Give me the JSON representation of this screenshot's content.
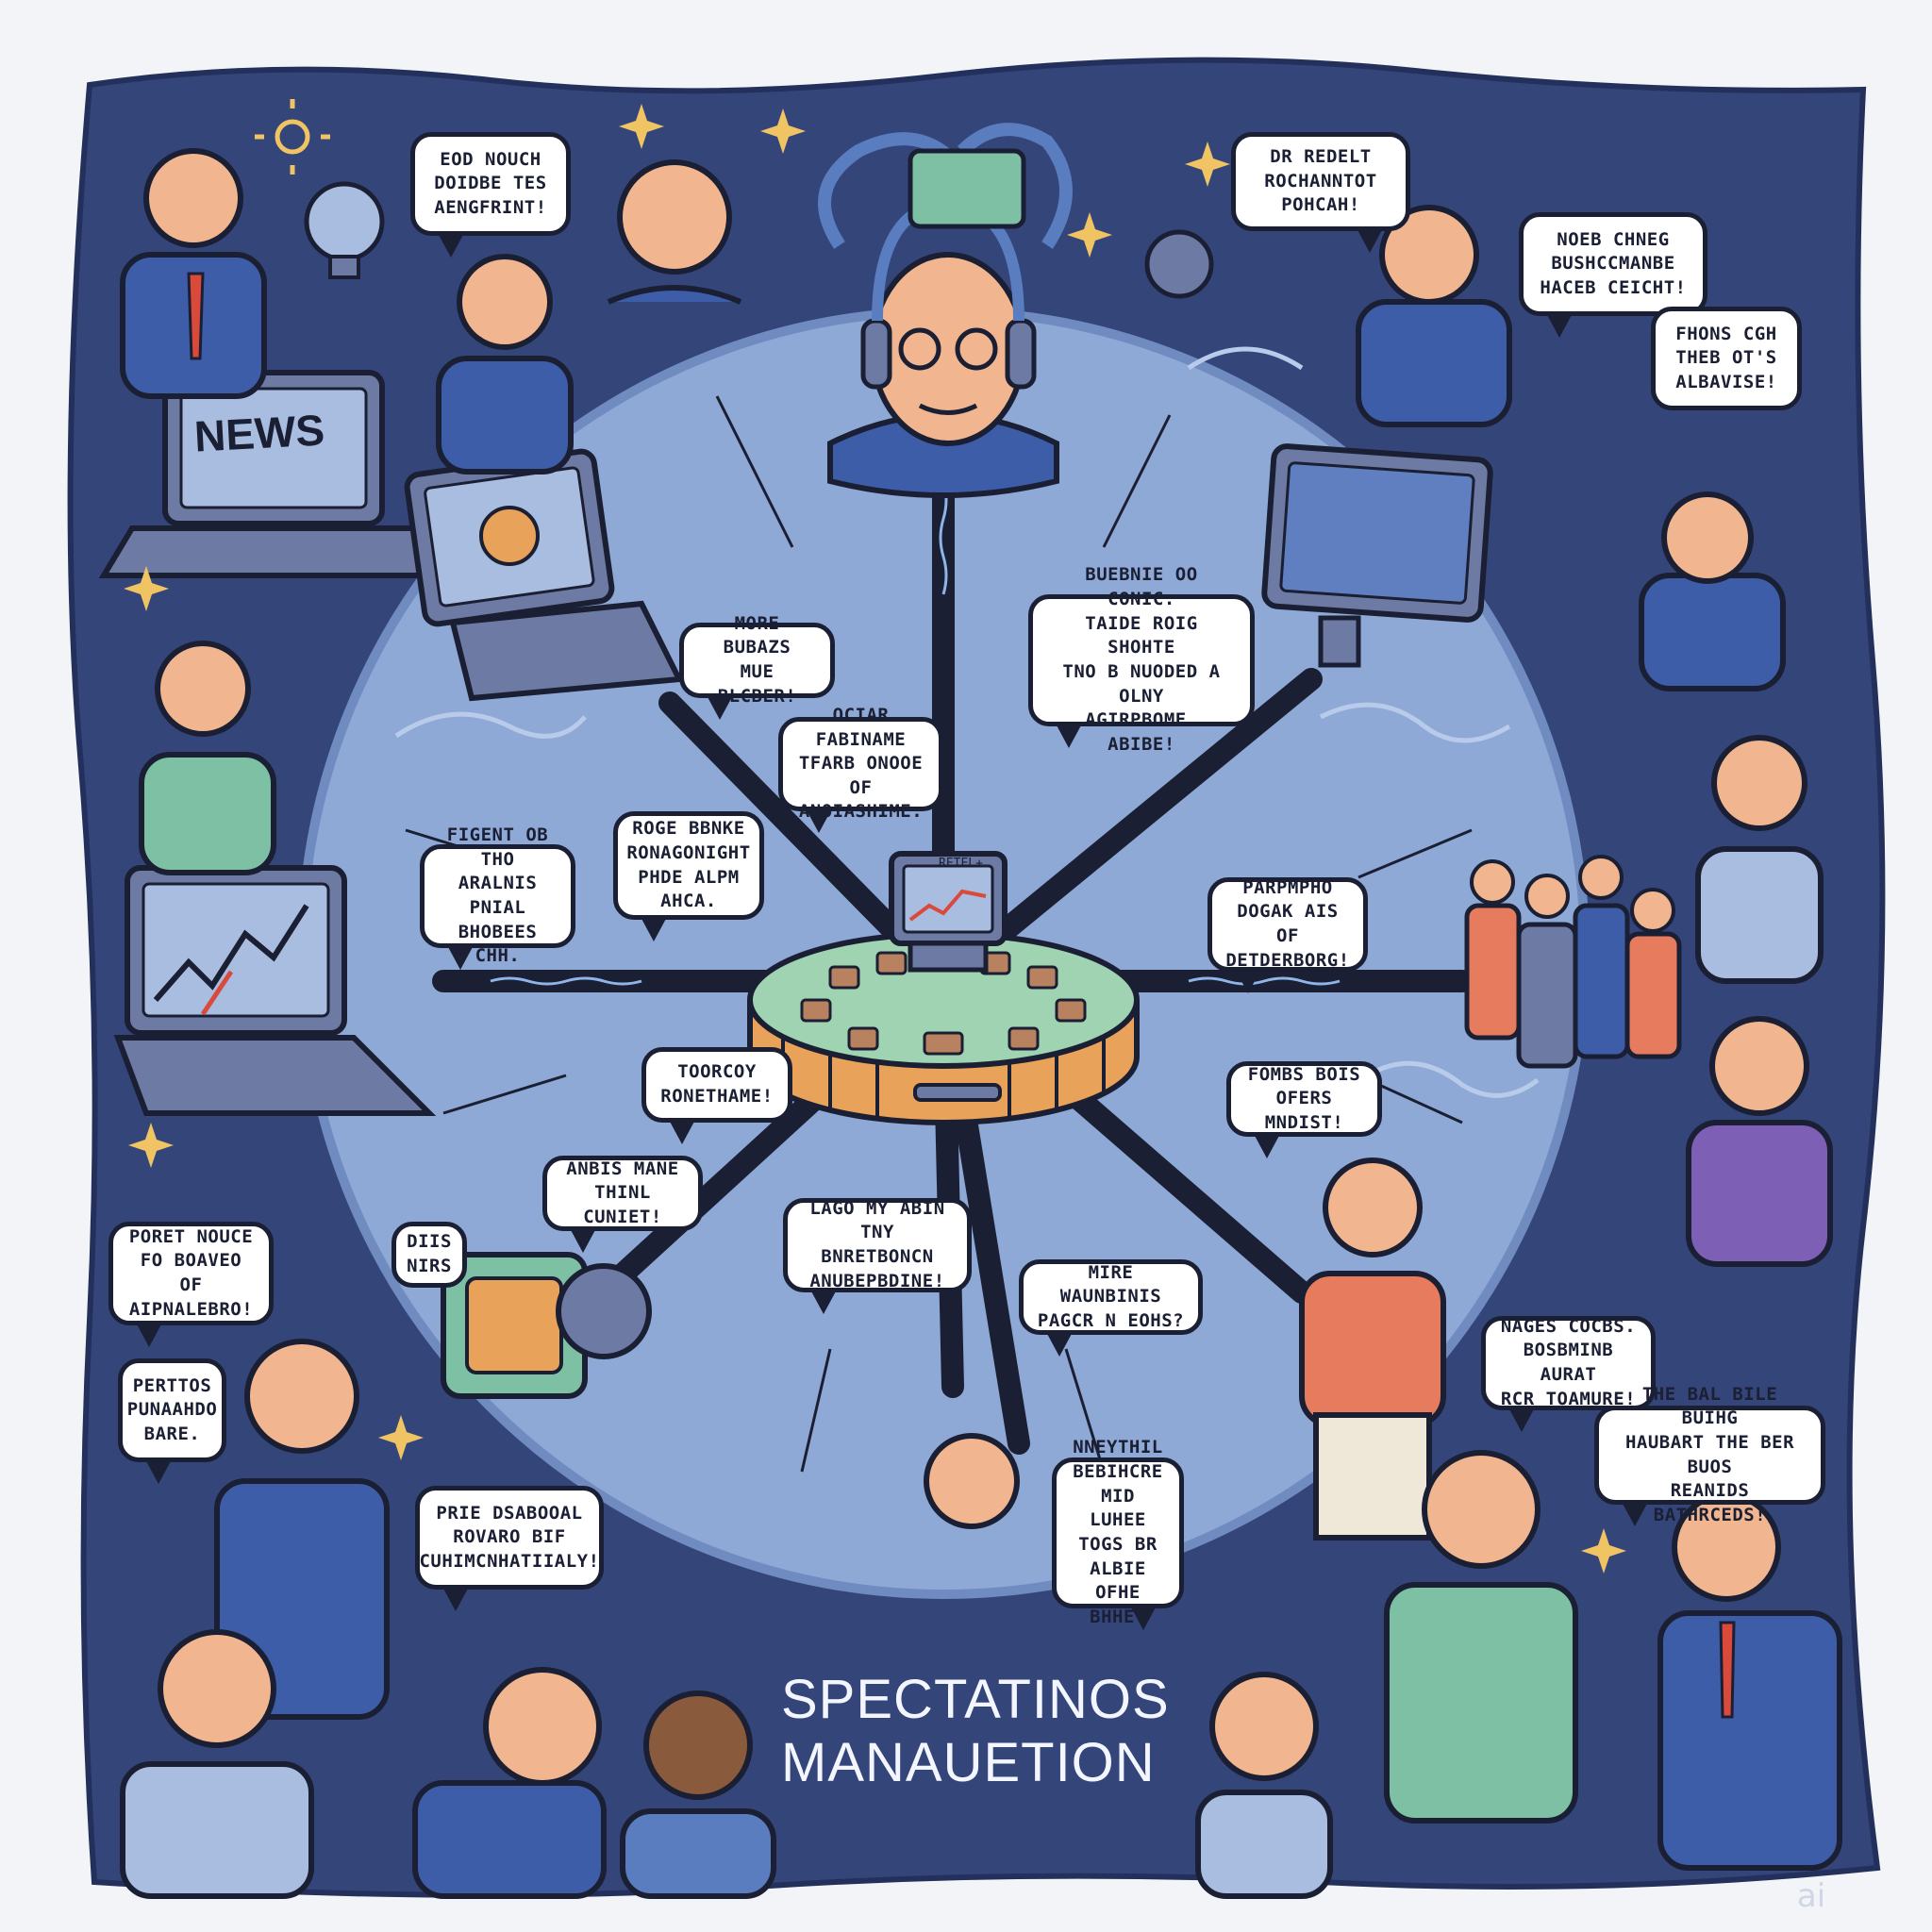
{
  "title": {
    "line1": "SPECTATINOS",
    "line2": "MANAUETION"
  },
  "laptop_screen_label": "NEWS",
  "monitor_screen_label": "RETEL+",
  "watermark": "ai",
  "speech_bubbles": [
    {
      "id": "top-left-1",
      "text": "EOD NOUCH\nDOIDBE TES\nAENGFRINT!"
    },
    {
      "id": "top-right-1",
      "text": "DR REDELT\nROCHANNTOT\nPOHCAH!"
    },
    {
      "id": "top-right-2",
      "text": "NOEB CHNEG\nBUSHCCMANBE\nHACEB CEICHT!"
    },
    {
      "id": "right-3",
      "text": "FHONS CGH\nTHEB OT'S\nALBAVISE!"
    },
    {
      "id": "center-1",
      "text": "MORE BUBAZS\nMUE BLCBER!"
    },
    {
      "id": "center-2",
      "text": "BUEBNIE OO CONIC.\nTAIDE ROIG SHOHTE\nTNO B NUODED A OLNY\nAGIRPBOME. ABIBE!"
    },
    {
      "id": "center-3",
      "text": "OCIAR FABINAME\nTFARB ONOOE OF\nANOIASHIME."
    },
    {
      "id": "center-4",
      "text": "ROGE BBNKE\nRONAGONIGHT\nPHDE ALPM\nAHCA."
    },
    {
      "id": "left-1",
      "text": "FIGENT OB\nTHO ARALNIS\nPNIAL BHOBEES\nCHH."
    },
    {
      "id": "right-4",
      "text": "PARPMPHO\nDOGAK AIS OF\nDETDERBORG!"
    },
    {
      "id": "center-5",
      "text": "TOORCOY\nRONETHAME!"
    },
    {
      "id": "right-5",
      "text": "FOMBS BOIS\nOFERS MNDIST!"
    },
    {
      "id": "center-6",
      "text": "ANBIS MANE\nTHINL CUNIET!"
    },
    {
      "id": "left-2",
      "text": "DIIS\nNIRS"
    },
    {
      "id": "center-7",
      "text": "LAGO MY ABIN\nTNY BNRETBONCN\nANUBEPBDINE!"
    },
    {
      "id": "left-3",
      "text": "PORET NOUCE\nFO BOAVEO OF\nAIPNALEBRO!"
    },
    {
      "id": "center-8",
      "text": "MIRE WAUNBINIS\nPAGCR N EOHS?"
    },
    {
      "id": "right-6",
      "text": "NAGES COCBS.\nBOSBMINB AURAT\nRCR TOAMURE!"
    },
    {
      "id": "left-4",
      "text": "PERTTOS\nPUNAAHDO\nBARE."
    },
    {
      "id": "right-7",
      "text": "THE BAL BILE BUIHG\nHAUBART THE BER BUOS\nREANIDS BATHRCEDS!"
    },
    {
      "id": "bottom-1",
      "text": "PRIE DSABOOAL\nROVARO BIF\nCUHIMCNHATIIALY!"
    },
    {
      "id": "bottom-2",
      "text": "NNEYTHIL\nBEBIHCRE\nMID LUHEE\nTOGS BR ALBIE\nOFHE BHHE!"
    }
  ],
  "colors": {
    "background_outer": "#f3f4f7",
    "background_panel": "#34457a",
    "globe": "#8fa9d6",
    "globe_shade": "#7a96c6",
    "cable": "#1b1f33",
    "outline": "#1b1f33",
    "hub_top": "#9fd3b2",
    "hub_band": "#e9a25a",
    "laptop_body": "#6d7aa3",
    "laptop_screen": "#a8bde0",
    "accent_red": "#d94a3a",
    "star": "#f1c463",
    "skin": "#f1b68f",
    "suit_blue": "#3e5da8",
    "shirt_orange": "#e77b5e",
    "shirt_teal": "#7dc0a4",
    "shirt_purple": "#7d5fb5"
  },
  "icons": [
    "sun-icon",
    "star-icon",
    "lightbulb-icon",
    "laptop-icon",
    "monitor-icon",
    "headset-icon",
    "camera-icon",
    "hub-device-icon",
    "chart-icon"
  ]
}
